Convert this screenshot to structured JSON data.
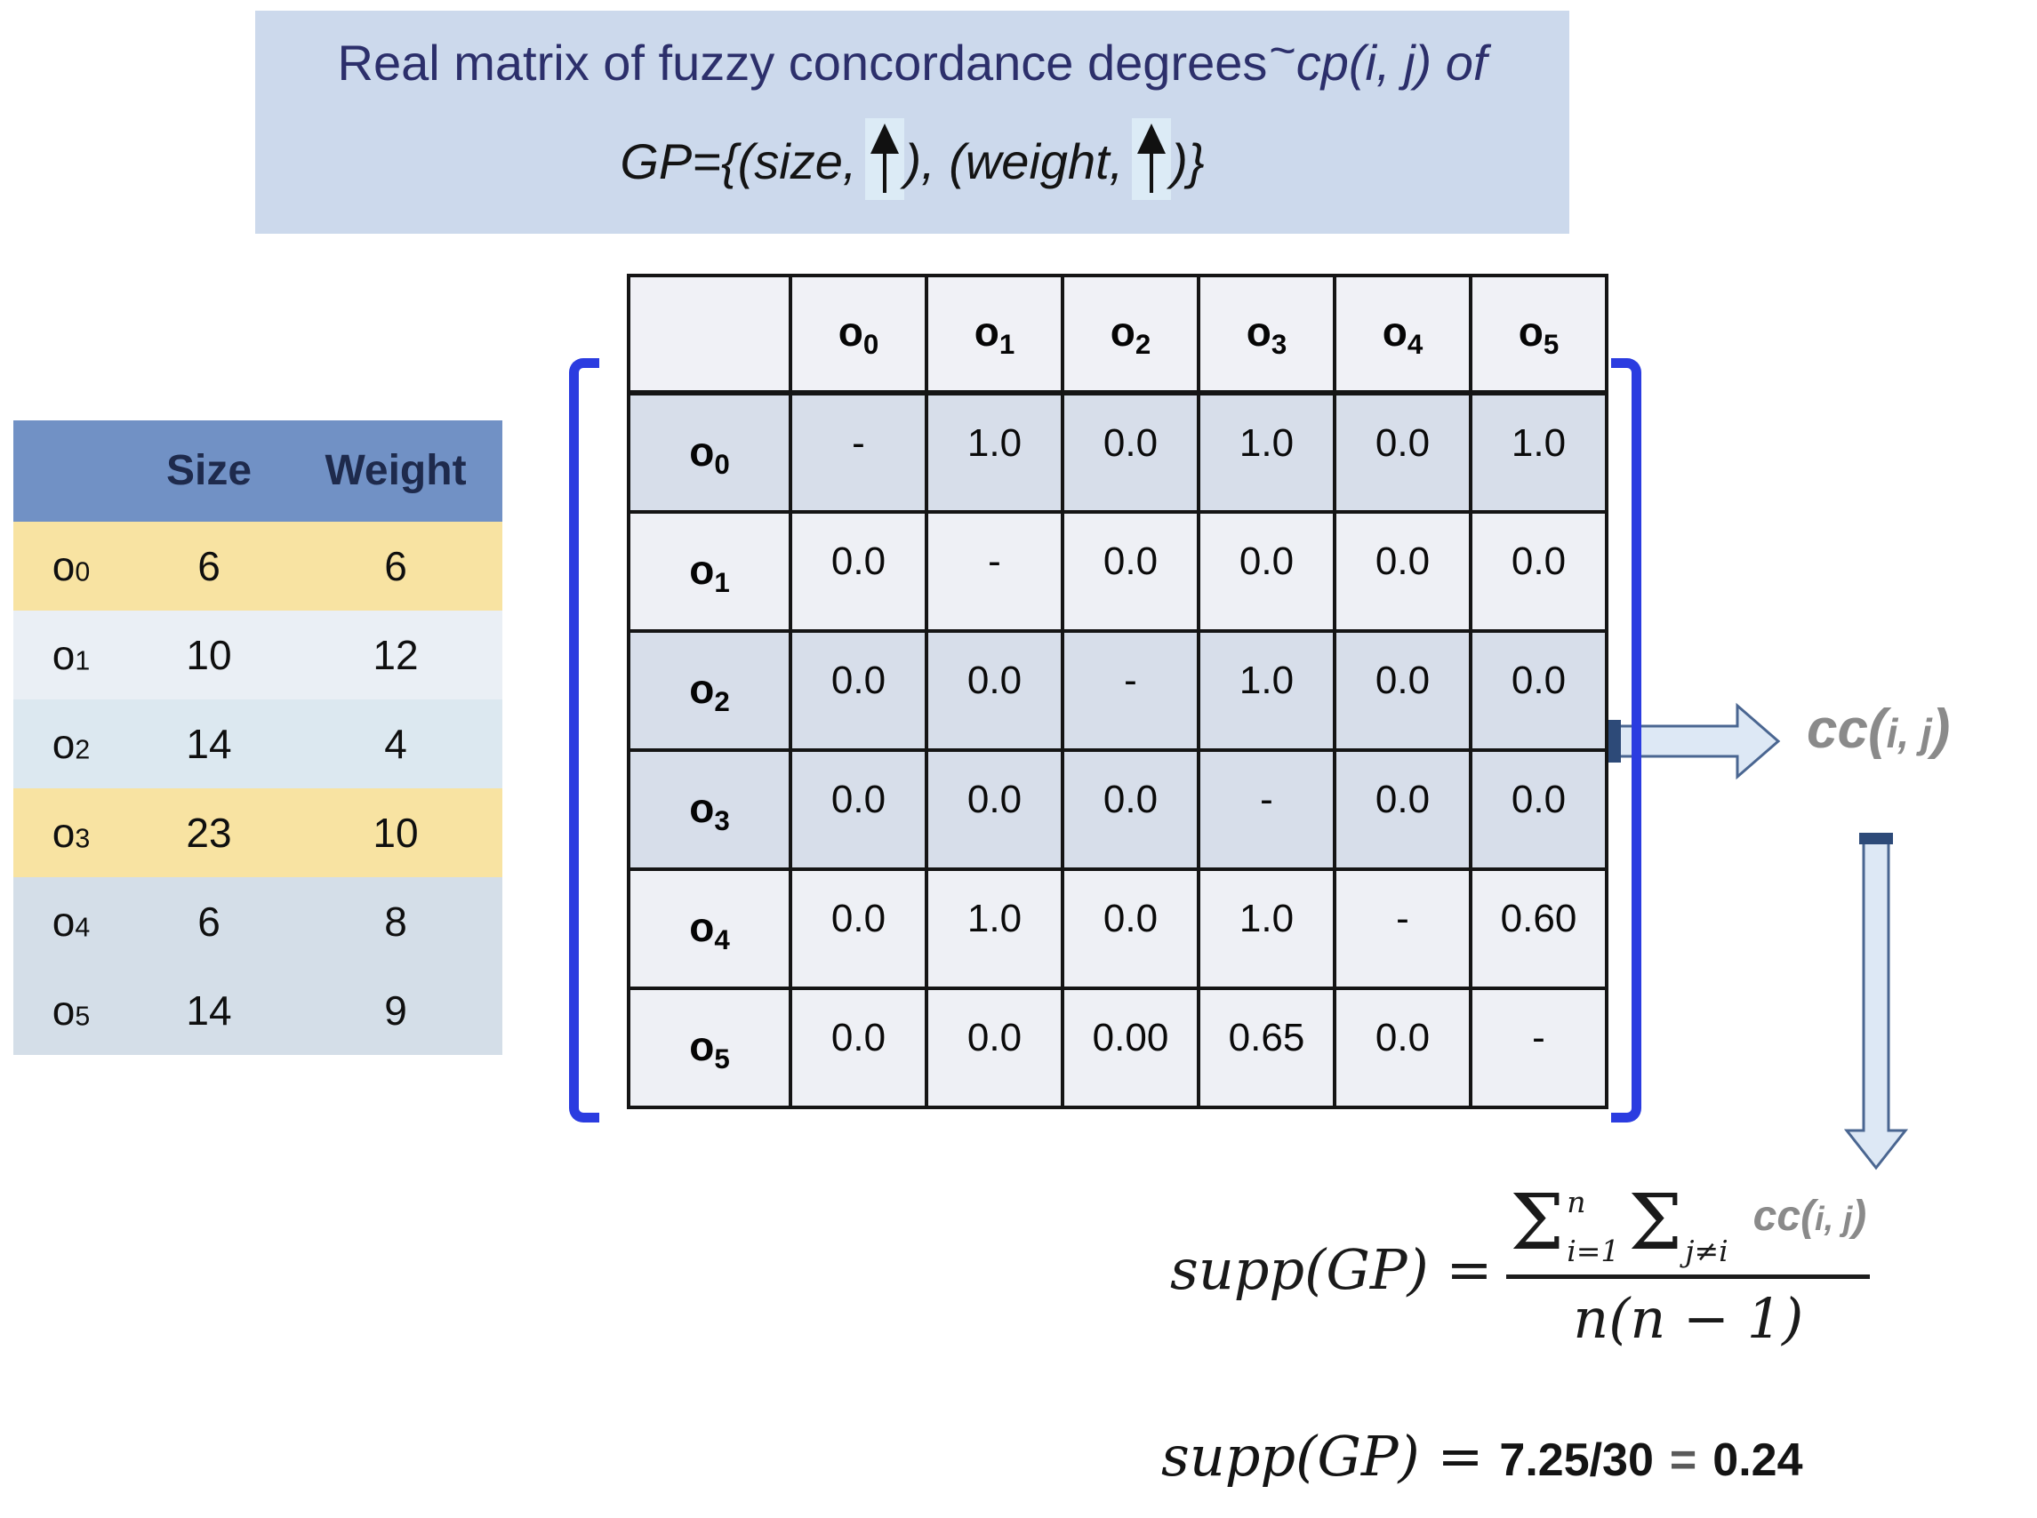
{
  "title": {
    "line1_text": "Real matrix of fuzzy concordance degrees",
    "line1_tilde": "~",
    "line1_math": "cp(i, j) of",
    "line2_part1": "GP={(size,",
    "line2_part2": "), (weight,",
    "line2_part3": ")}",
    "arrow_icon": "up-arrow"
  },
  "attributes_table": {
    "col_headers": [
      "Size",
      "Weight"
    ],
    "rows": [
      {
        "label": "o",
        "sub": "0",
        "size": "6",
        "weight": "6"
      },
      {
        "label": "o",
        "sub": "1",
        "size": "10",
        "weight": "12"
      },
      {
        "label": "o",
        "sub": "2",
        "size": "14",
        "weight": "4"
      },
      {
        "label": "o",
        "sub": "3",
        "size": "23",
        "weight": "10"
      },
      {
        "label": "o",
        "sub": "4",
        "size": "6",
        "weight": "8"
      },
      {
        "label": "o",
        "sub": "5",
        "size": "14",
        "weight": "9"
      }
    ],
    "row_colors": [
      "#f8e3a2",
      "#eaeff5",
      "#dce8f0",
      "#f8e3a2",
      "#d4dee8",
      "#d4dee8"
    ]
  },
  "matrix": {
    "col_headers": [
      [
        "o",
        "0"
      ],
      [
        "o",
        "1"
      ],
      [
        "o",
        "2"
      ],
      [
        "o",
        "3"
      ],
      [
        "o",
        "4"
      ],
      [
        "o",
        "5"
      ]
    ],
    "rows": [
      {
        "label": [
          "o",
          "0"
        ],
        "shade": "dark",
        "values": [
          "-",
          "1.0",
          "0.0",
          "1.0",
          "0.0",
          "1.0"
        ]
      },
      {
        "label": [
          "o",
          "1"
        ],
        "shade": "light",
        "values": [
          "0.0",
          "-",
          "0.0",
          "0.0",
          "0.0",
          "0.0"
        ]
      },
      {
        "label": [
          "o",
          "2"
        ],
        "shade": "dark",
        "values": [
          "0.0",
          "0.0",
          "-",
          "1.0",
          "0.0",
          "0.0"
        ]
      },
      {
        "label": [
          "o",
          "3"
        ],
        "shade": "dark",
        "values": [
          "0.0",
          "0.0",
          "0.0",
          "-",
          "0.0",
          "0.0"
        ]
      },
      {
        "label": [
          "o",
          "4"
        ],
        "shade": "light",
        "values": [
          "0.0",
          "1.0",
          "0.0",
          "1.0",
          "-",
          "0.60"
        ]
      },
      {
        "label": [
          "o",
          "5"
        ],
        "shade": "light",
        "values": [
          "0.0",
          "0.0",
          "0.00",
          "0.65",
          "0.0",
          "-"
        ]
      }
    ],
    "shade_colors": {
      "dark": "#d7deea",
      "light": "#eef0f5",
      "header": "#f0f1f6"
    }
  },
  "annotations": {
    "cc_open": "cc(",
    "cc_ij": "i, j",
    "cc_close": ")"
  },
  "formula_support": {
    "lhs": "supp(GP) =",
    "sum1": {
      "symbol": "Σ",
      "sup": "n",
      "sub": "i=1"
    },
    "sum2": {
      "symbol": "Σ",
      "sup": "",
      "sub": "j≠i"
    },
    "cc_open": "cc(",
    "cc_ij": "i, j",
    "cc_close": ")",
    "denominator": "n(n − 1)"
  },
  "formula_result": {
    "lhs": "supp(GP) =",
    "value_expr": "7.25/30",
    "equals2": "=",
    "result": "0.24"
  },
  "colors": {
    "title_box_bg": "#ccd9ec",
    "title_text": "#2c2f6b",
    "patch_bg": "#dcebf6",
    "attr_header_bg": "#7191c5",
    "bracket": "#2b3ce0",
    "arrow_fill": "#dde8f5",
    "arrow_stroke": "#4a6691",
    "arrow_cap": "#2d4a78",
    "cc_text": "#8a8a8a"
  }
}
